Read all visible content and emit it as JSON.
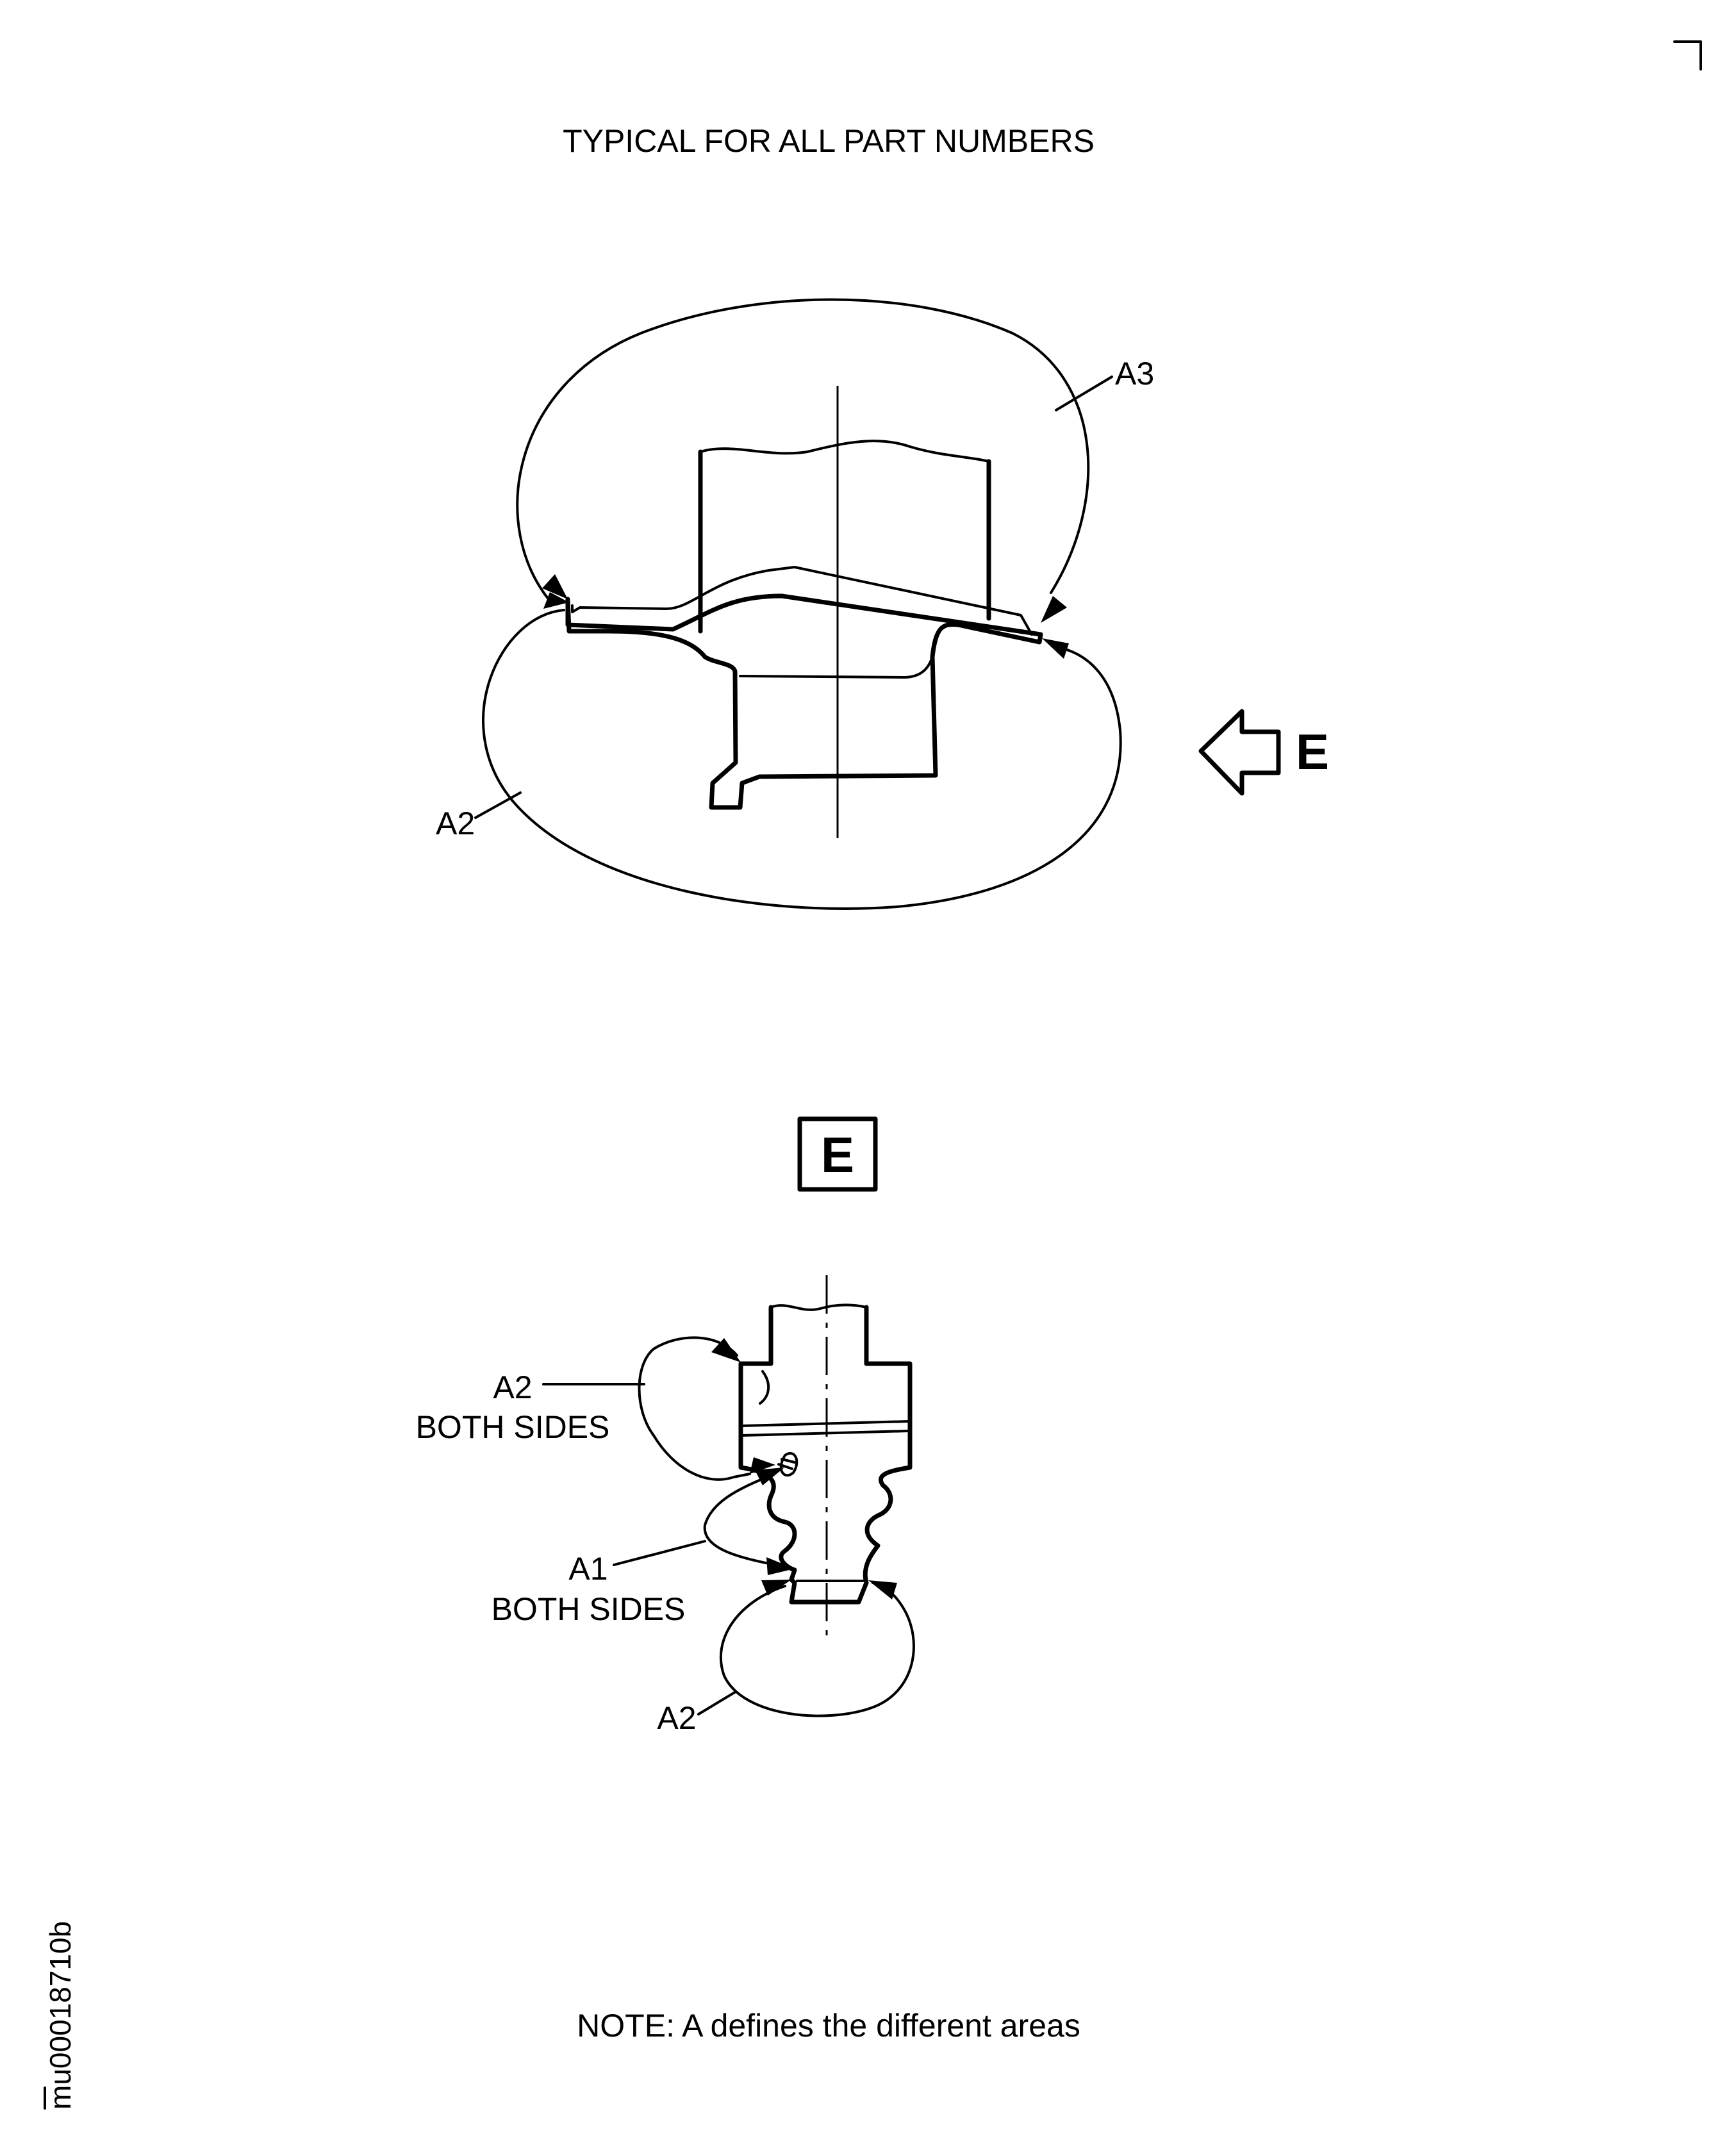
{
  "header": {
    "title": "TYPICAL FOR ALL PART NUMBERS"
  },
  "top_view": {
    "callout_a3": "A3",
    "callout_a2": "A2",
    "view_arrow_label": "E"
  },
  "detail_view": {
    "view_label": "E",
    "callout_a2_upper": "A2",
    "callout_a2_upper_note": "BOTH SIDES",
    "callout_a1": "A1",
    "callout_a1_note": "BOTH SIDES",
    "callout_a2_lower": "A2"
  },
  "footer": {
    "note": "NOTE: A defines the different areas"
  },
  "figure_id": "mu00018710b"
}
